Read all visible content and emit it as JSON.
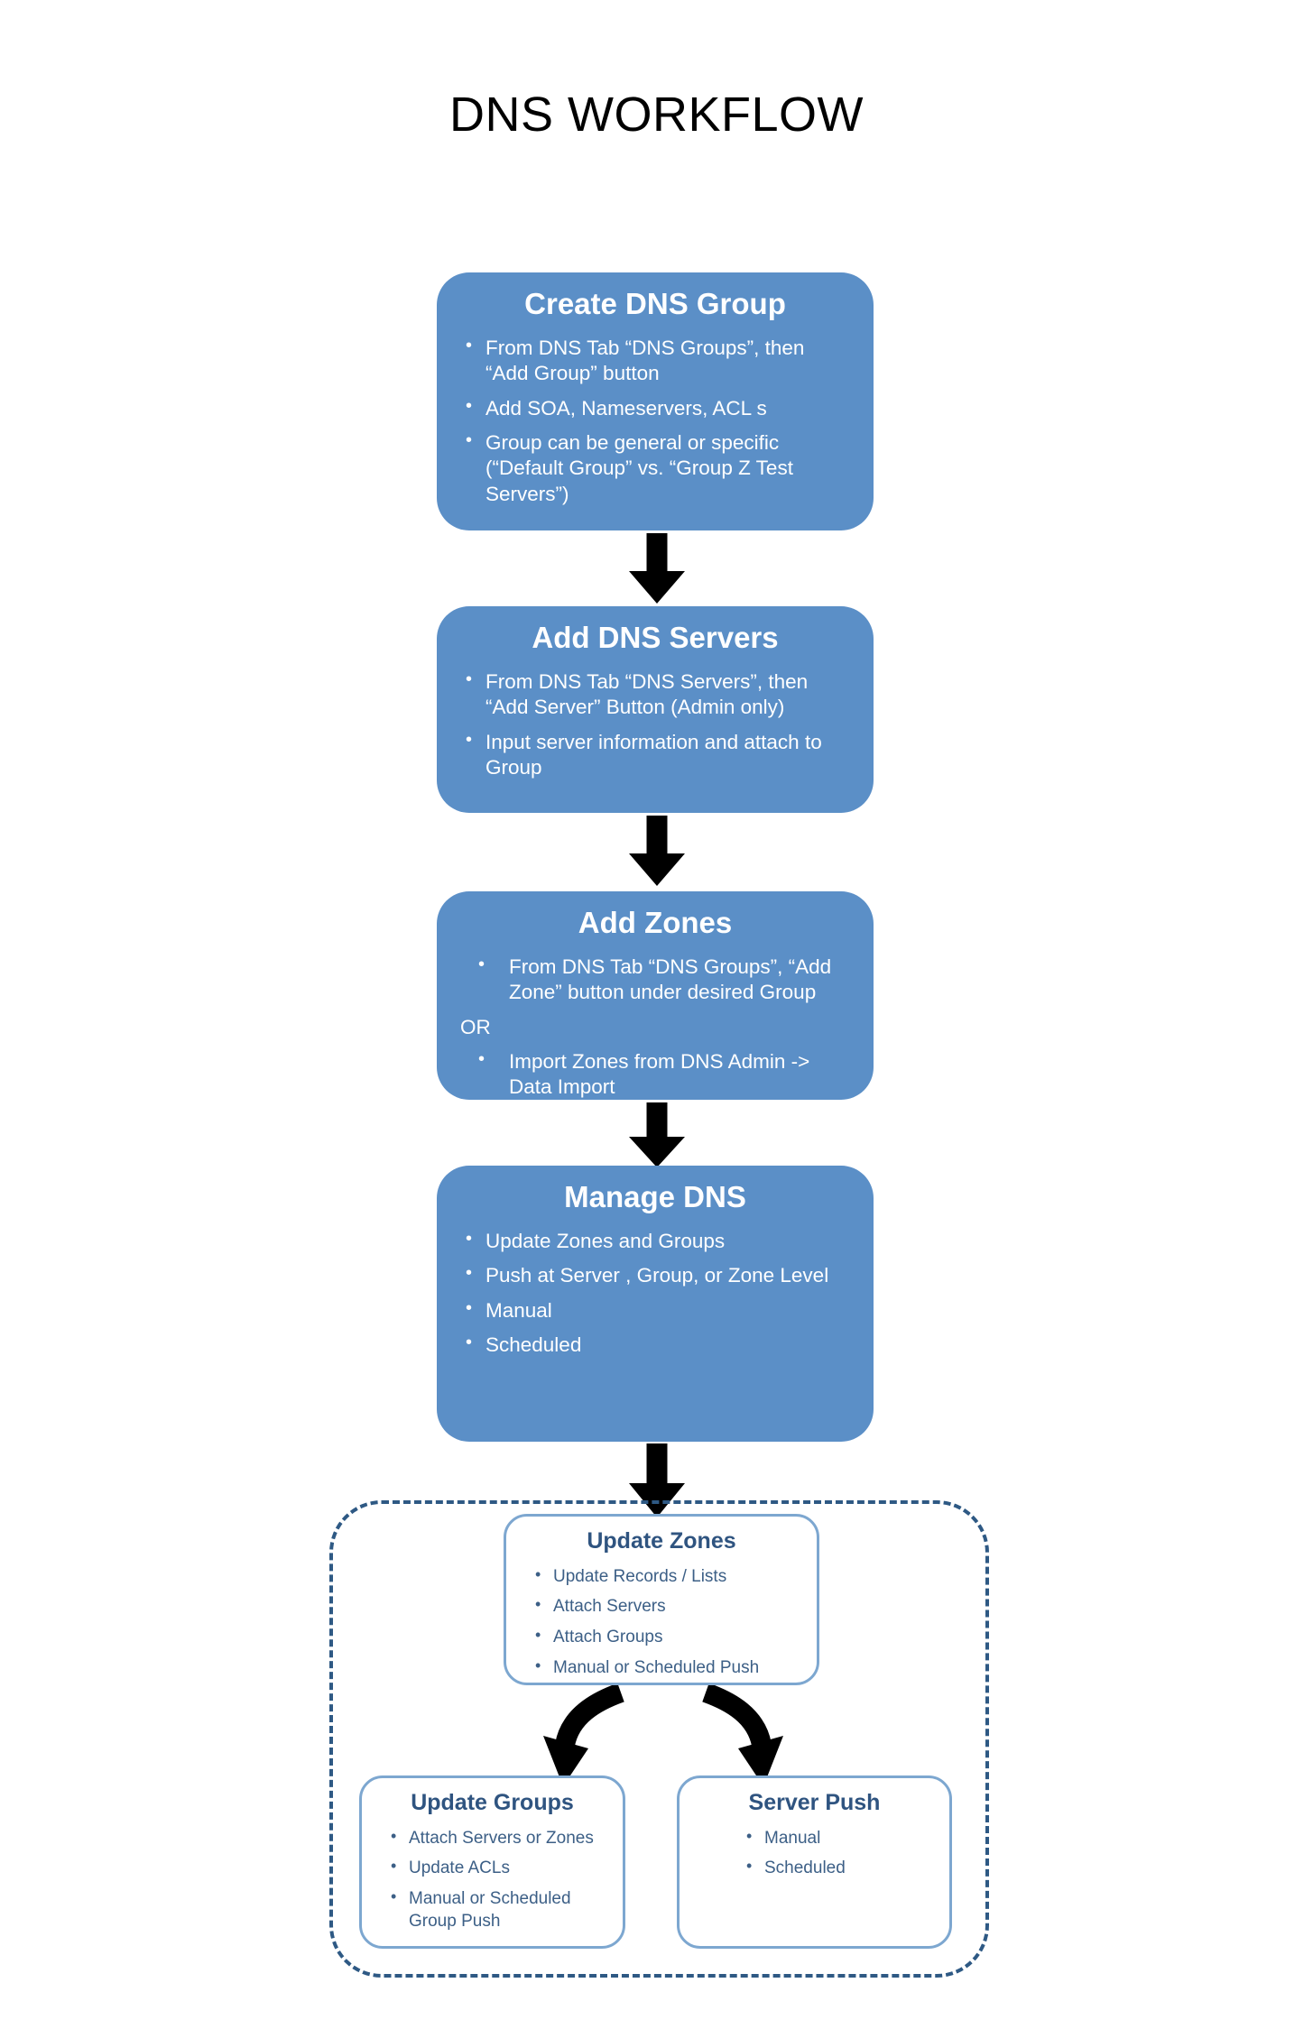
{
  "title": "DNS WORKFLOW",
  "colors": {
    "box_fill": "#5B8FC7",
    "box_text": "#FFFFFF",
    "subbox_border": "#7DA7D0",
    "subbox_title": "#2F5480",
    "subbox_text": "#3C5F86",
    "dashed_border": "#2E5984",
    "arrow": "#000000",
    "title_text": "#000000",
    "background": "#FFFFFF"
  },
  "steps": [
    {
      "id": "create-dns-group",
      "title": "Create DNS Group",
      "bullets": [
        "From DNS Tab “DNS Groups”, then “Add Group” button",
        "Add SOA, Nameservers, ACL s",
        "Group can be general or specific (“Default Group” vs. “Group Z Test Servers”)"
      ]
    },
    {
      "id": "add-dns-servers",
      "title": "Add DNS Servers",
      "bullets": [
        "From DNS Tab “DNS Servers”, then “Add Server” Button (Admin only)",
        "Input server information and attach to Group"
      ]
    },
    {
      "id": "add-zones",
      "title": "Add  Zones",
      "bullets": [
        "From DNS Tab “DNS Groups”, “Add Zone” button under desired Group"
      ],
      "separator": "OR",
      "bullets2": [
        "Import Zones from DNS Admin -> Data Import"
      ]
    },
    {
      "id": "manage-dns",
      "title": "Manage DNS",
      "bullets": [
        "Update Zones and Groups",
        "Push at Server , Group, or Zone Level"
      ],
      "subbullets": [
        "Manual",
        "Scheduled"
      ]
    }
  ],
  "detail": {
    "update_zones": {
      "title": "Update Zones",
      "bullets": [
        "Update Records / Lists",
        "Attach Servers",
        "Attach Groups",
        "Manual or Scheduled Push"
      ]
    },
    "update_groups": {
      "title": "Update Groups",
      "bullets": [
        "Attach Servers or Zones",
        "Update ACLs",
        "Manual or Scheduled Group Push"
      ]
    },
    "server_push": {
      "title": "Server Push",
      "bullets": [
        "Manual",
        "Scheduled"
      ]
    }
  }
}
